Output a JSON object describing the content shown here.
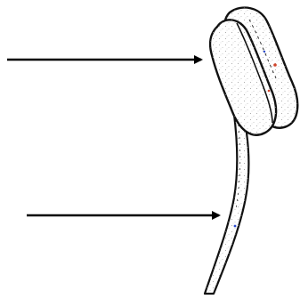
{
  "diagram": {
    "subject": "stamen",
    "parts": [
      "anther",
      "filament"
    ],
    "labels": [],
    "arrow_count": 2,
    "colors": {
      "background": "#ffffff",
      "outline": "#111111",
      "arrow": "#000000",
      "texture_dots": "#9a9a9a",
      "accent_red": "#d0452b",
      "accent_blue": "#2b4bd0"
    }
  }
}
